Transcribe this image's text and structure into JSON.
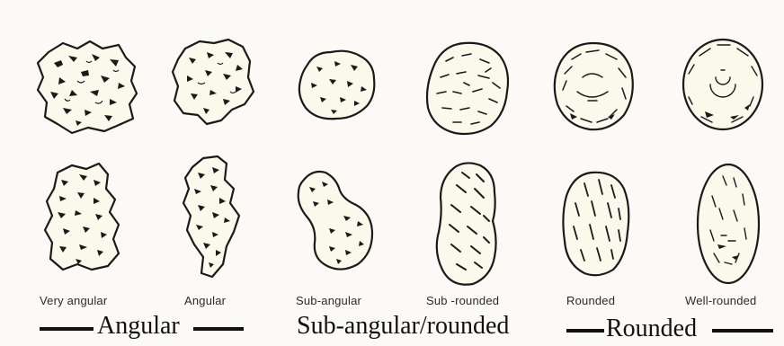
{
  "classes": [
    {
      "label": "Very angular"
    },
    {
      "label": "Angular"
    },
    {
      "label": "Sub-angular"
    },
    {
      "label": "Sub -rounded"
    },
    {
      "label": "Rounded"
    },
    {
      "label": "Well-rounded"
    }
  ],
  "groups": {
    "angular": "Angular",
    "sub": "Sub-angular/rounded",
    "rounded": "Rounded"
  }
}
